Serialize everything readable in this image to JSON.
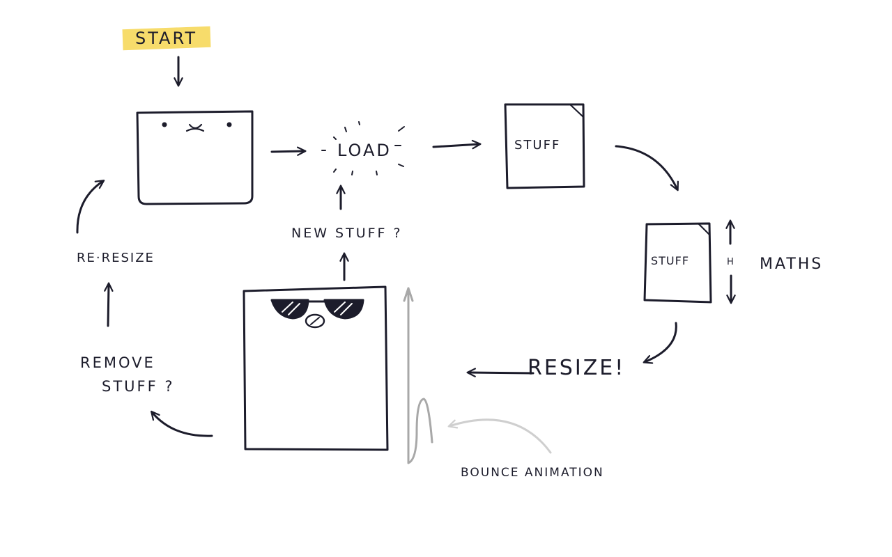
{
  "labels": {
    "start": "START",
    "load": "LOAD",
    "stuff_1": "STUFF",
    "stuff_2": "STUFF",
    "height_marker": "H",
    "maths": "MATHS",
    "resize": "RESIZE!",
    "new_stuff": "NEW STUFF ?",
    "re_resize": "RE·RESIZE",
    "remove_stuff_line1": "REMOVE",
    "remove_stuff_line2": "STUFF ?",
    "bounce_animation": "BOUNCE ANIMATION"
  },
  "colors": {
    "ink": "#1c1c2b",
    "highlight": "#f7dc6b",
    "bounce_stroke": "#a8a8a8",
    "bounce_arrow": "#cfcfcf"
  }
}
